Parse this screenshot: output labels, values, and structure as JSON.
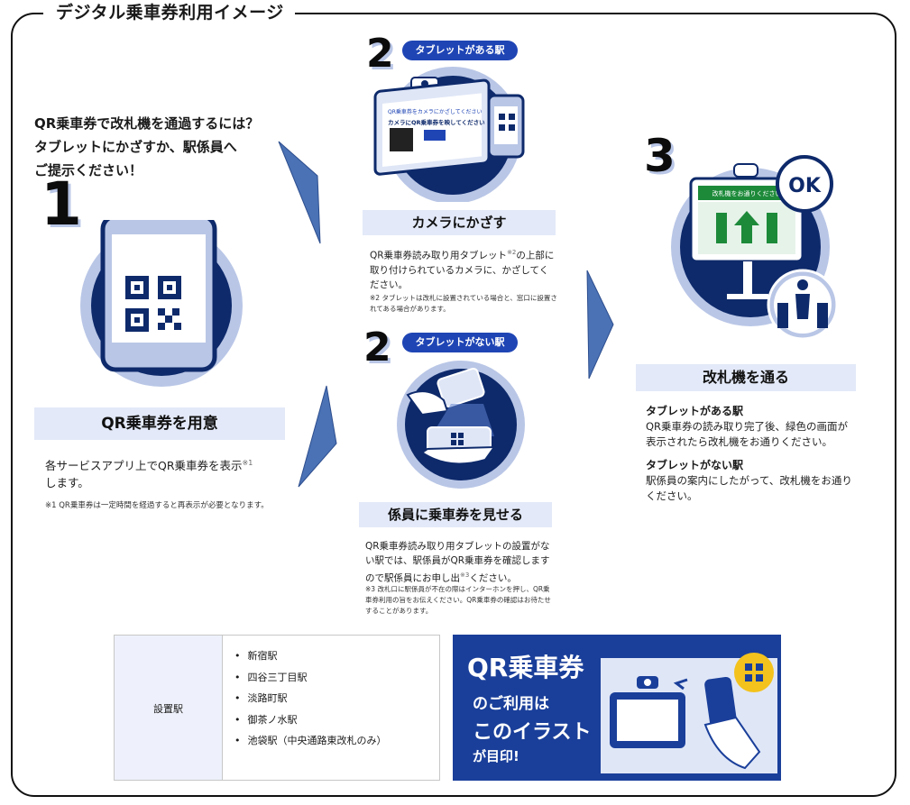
{
  "frame_title": "デジタル乗車券利用イメージ",
  "intro_lines": [
    "QR乗車券で改札機を通過するには？",
    "タブレットにかざすか、駅係員へ",
    "ご提示ください！"
  ],
  "step1": {
    "number": "1",
    "title": "QR乗車券を用意",
    "text": "各サービスアプリ上でQR乗車券を表示",
    "text_mark": "※1",
    "text_end": "します。",
    "note": "※1 QR乗車券は一定時間を経過すると再表示が必要となります。"
  },
  "step2a": {
    "number": "2",
    "pill": "タブレットがある駅",
    "title": "カメラにかざす",
    "text": "QR乗車券読み取り用タブレット",
    "text_mark": "※2",
    "text_end": "の上部に取り付けられているカメラに、かざしてください。",
    "note": "※2 タブレットは改札に設置されている場合と、窓口に設置されてある場合があります。",
    "screen_title": "QR乗車券をカメラにかざしてください",
    "screen_sub": "カメラにQR乗車券を映してください"
  },
  "step2b": {
    "number": "2",
    "pill": "タブレットがない駅",
    "title": "係員に乗車券を見せる",
    "text": "QR乗車券読み取り用タブレットの設置がない駅では、駅係員がQR乗車券を確認しますので駅係員にお申し出",
    "text_mark": "※3",
    "text_end": "ください。",
    "note": "※3 改札口に駅係員が不在の際はインターホンを押し、QR乗車券利用の旨をお伝えください。QR乗車券の確認はお待たせすることがあります。"
  },
  "step3": {
    "number": "3",
    "title": "改札機を通る",
    "ok_label": "OK",
    "screen_label": "改札機をお通りください",
    "tablet_heading": "タブレットがある駅",
    "tablet_text": "QR乗車券の読み取り完了後、緑色の画面が表示されたら改札機をお通りください。",
    "no_tablet_heading": "タブレットがない駅",
    "no_tablet_text": "駅係員の案内にしたがって、改札機をお通りください。"
  },
  "stations": {
    "header": "設置駅",
    "items": [
      "新宿駅",
      "四谷三丁目駅",
      "淡路町駅",
      "御茶ノ水駅",
      "池袋駅（中央通路東改札のみ）"
    ]
  },
  "banner": {
    "title": "QR乗車券",
    "line1": "のご利用は",
    "line2": "このイラスト",
    "line3": "が目印!"
  },
  "colors": {
    "navy": "#0e2a6b",
    "blue": "#1f45b5",
    "light_blue": "#b9c6e6",
    "band": "#e3e9f8",
    "green": "#1d8a3a",
    "arrow": "#4a72b5"
  }
}
